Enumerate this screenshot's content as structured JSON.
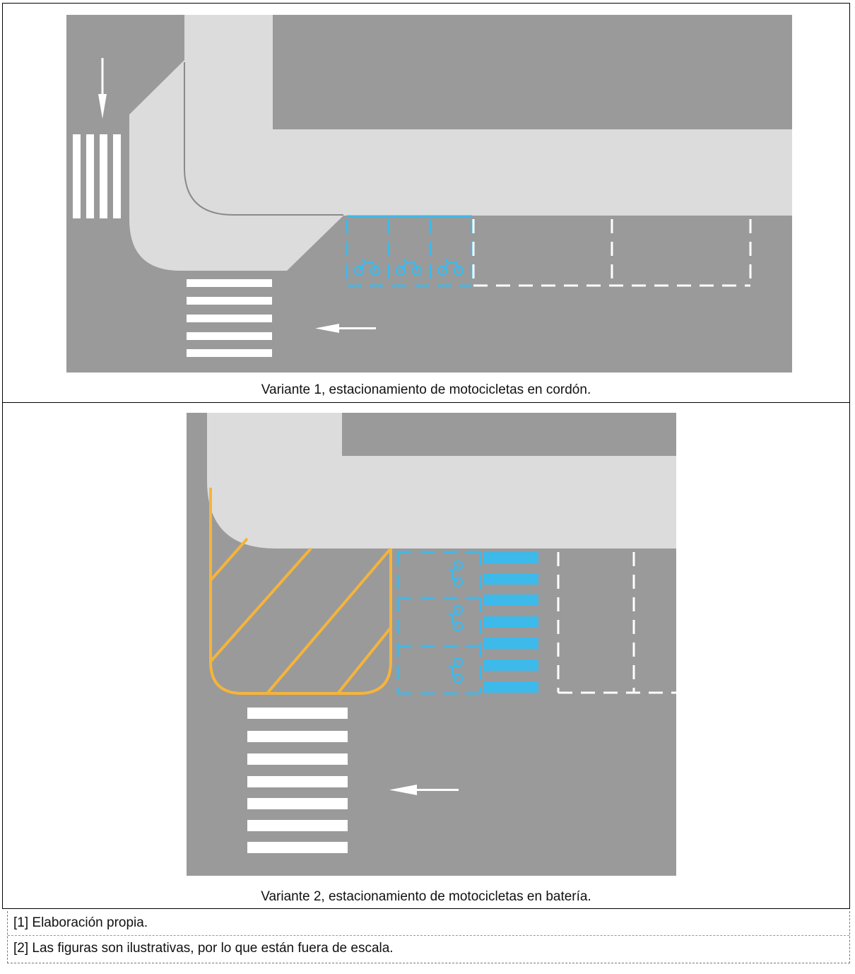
{
  "figures": [
    {
      "caption": "Variante 1, estacionamiento de motocicletas en cordón.",
      "parking_type": "cordón",
      "moto_stalls": 3,
      "car_stalls": 2,
      "icon": "motorcycle-icon"
    },
    {
      "caption": "Variante 2, estacionamiento de motocicletas en batería.",
      "parking_type": "batería",
      "moto_stalls": 3,
      "car_stalls": 2,
      "icon": "motorcycle-icon"
    }
  ],
  "notes": [
    "[1] Elaboración propia.",
    "[2] Las figuras son ilustrativas, por lo que están fuera de escala."
  ],
  "colors": {
    "road": "#9a9a9b",
    "sidewalk": "#dcdcdc",
    "marking": "#ffffff",
    "moto_marking": "#3db9ea",
    "hatch": "#f5b43a"
  }
}
